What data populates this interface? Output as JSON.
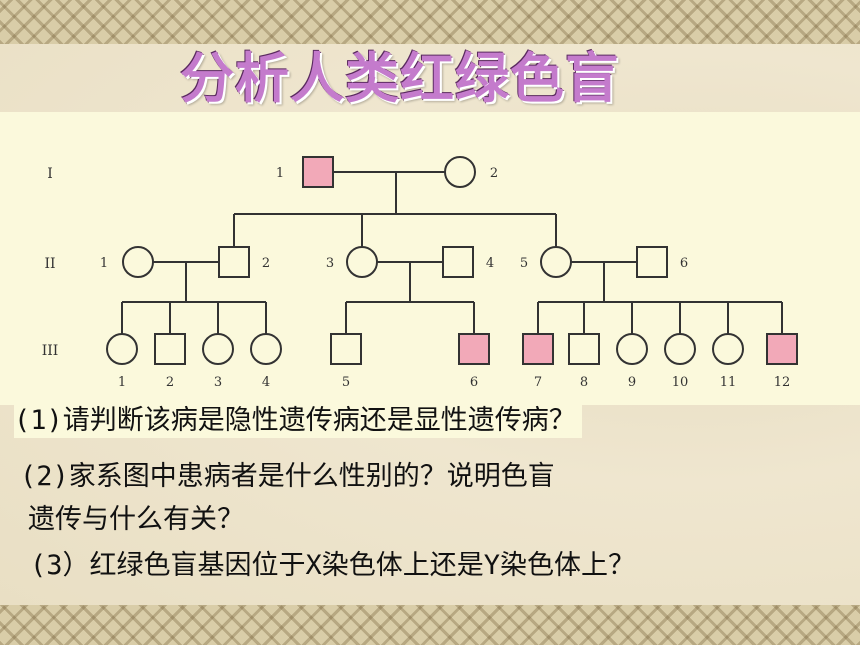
{
  "title": "分析人类红绿色盲",
  "pedigree": {
    "generations": [
      {
        "label": "I",
        "members": [
          {
            "n": "1",
            "sex": "male",
            "affected": true
          },
          {
            "n": "2",
            "sex": "female",
            "affected": false
          }
        ]
      },
      {
        "label": "II",
        "members": [
          {
            "n": "1",
            "sex": "female",
            "affected": false
          },
          {
            "n": "2",
            "sex": "male",
            "affected": false
          },
          {
            "n": "3",
            "sex": "female",
            "affected": false
          },
          {
            "n": "4",
            "sex": "male",
            "affected": false
          },
          {
            "n": "5",
            "sex": "female",
            "affected": false
          },
          {
            "n": "6",
            "sex": "male",
            "affected": false
          }
        ]
      },
      {
        "label": "III",
        "members": [
          {
            "n": "1",
            "sex": "female",
            "affected": false
          },
          {
            "n": "2",
            "sex": "male",
            "affected": false
          },
          {
            "n": "3",
            "sex": "female",
            "affected": false
          },
          {
            "n": "4",
            "sex": "female",
            "affected": false
          },
          {
            "n": "5",
            "sex": "male",
            "affected": false
          },
          {
            "n": "6",
            "sex": "male",
            "affected": true
          },
          {
            "n": "7",
            "sex": "male",
            "affected": true
          },
          {
            "n": "8",
            "sex": "male",
            "affected": false
          },
          {
            "n": "9",
            "sex": "female",
            "affected": false
          },
          {
            "n": "10",
            "sex": "female",
            "affected": false
          },
          {
            "n": "11",
            "sex": "female",
            "affected": false
          },
          {
            "n": "12",
            "sex": "male",
            "affected": true
          }
        ]
      }
    ],
    "affected_color": "#f2a9b8"
  },
  "questions": {
    "q1": "(1)请判断该病是隐性遗传病还是显性遗传病？",
    "q2_line1": "(2)家系图中患病者是什么性别的？说明色盲",
    "q2_line2": "遗传与什么有关？",
    "q3": "(3）红绿色盲基因位于X染色体上还是Y染色体上？"
  }
}
